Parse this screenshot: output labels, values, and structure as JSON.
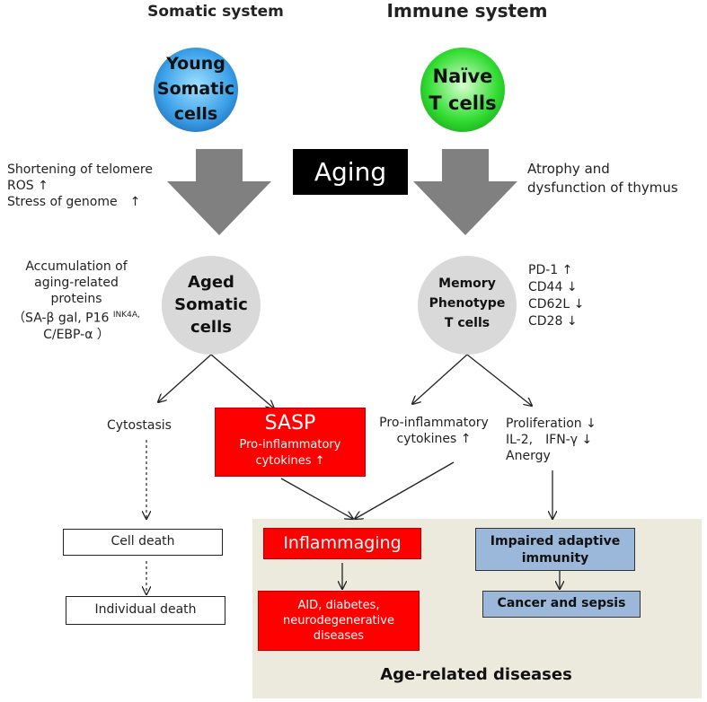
{
  "headers": {
    "somatic": "Somatic system",
    "immune": "Immune system"
  },
  "young_cells": {
    "line1": "Young",
    "line2": "Somatic",
    "line3": "cells",
    "color": "#3aa0e8"
  },
  "naive_cells": {
    "line1": "Naïve",
    "line2": "T cells",
    "color": "#33dd33"
  },
  "aging_label": "Aging",
  "somatic_causes": [
    "Shortening of telomere",
    "ROS ↑",
    "Stress of genome　↑"
  ],
  "thymus_note": [
    "Atrophy and",
    "dysfunction of thymus"
  ],
  "accumulation": {
    "lines": [
      "Accumulation of",
      "aging-related",
      "proteins"
    ],
    "markers_line1": "（SA-β gal, P16",
    "markers_sup": "INK4A,",
    "markers_line2": "C/EBP-α ）"
  },
  "aged_cells": {
    "line1": "Aged",
    "line2": "Somatic",
    "line3": "cells"
  },
  "memory_cells": {
    "line1": "Memory",
    "line2": "Phenotype",
    "line3": "T cells"
  },
  "memory_markers": [
    "PD-1 ↑",
    "CD44 ↓",
    "CD62L ↓",
    "CD28 ↓"
  ],
  "cytostasis": "Cytostasis",
  "sasp": {
    "title": "SASP",
    "line1": "Pro-inflammatory",
    "line2": "cytokines ↑"
  },
  "proinflam": [
    "Pro-inflammatory",
    "cytokines ↑"
  ],
  "proliferation": [
    "Proliferation ↓",
    "IL-2,　IFN-γ ↓",
    "Anergy"
  ],
  "cell_death": "Cell death",
  "individual_death": "Individual death",
  "inflammaging": "Inflammaging",
  "aid_diseases": [
    "AID, diabetes,",
    "neurodegenerative",
    "diseases"
  ],
  "impaired_immunity": [
    "Impaired adaptive",
    "immunity"
  ],
  "cancer_sepsis": "Cancer and sepsis",
  "age_related": "Age-related diseases",
  "colors": {
    "red": "#ff0000",
    "blue_box": "#9bb7d9",
    "beige_panel": "#ece9dd",
    "gray_arrow": "#808080",
    "aging_box": "#000000"
  }
}
